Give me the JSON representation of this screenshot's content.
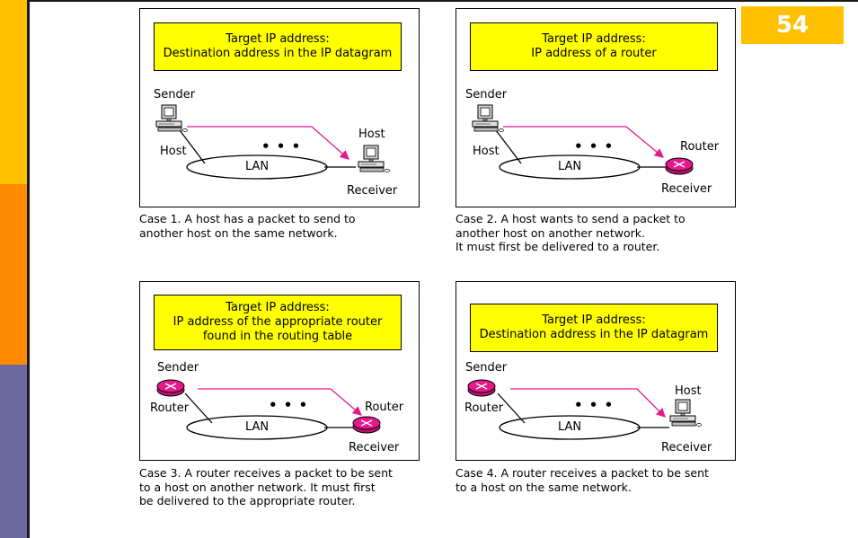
{
  "page_number": "54",
  "colors": {
    "target_box": "#ffff00",
    "arrow": "#e6198c",
    "router": "#e6198c",
    "accent_yellow": "#ffc000",
    "accent_orange": "#ff8c00",
    "accent_purple": "#6b6ba0"
  },
  "case1": {
    "target": [
      "Target IP address:",
      "Destination address in the IP datagram"
    ],
    "sender": "Sender",
    "sender_type": "Host",
    "lan": "LAN",
    "dots": "• • •",
    "dest_type": "Host",
    "receiver": "Receiver",
    "caption": [
      "Case 1. A host has a packet to send to",
      "another host on the same network."
    ]
  },
  "case2": {
    "target": [
      "Target IP address:",
      "IP address of a router"
    ],
    "sender": "Sender",
    "sender_type": "Host",
    "lan": "LAN",
    "dots": "• • •",
    "dest_type": "Router",
    "receiver": "Receiver",
    "caption": [
      "Case 2. A host wants to send a packet to",
      "another host on another network.",
      "It must first be delivered to a router."
    ]
  },
  "case3": {
    "target": [
      "Target IP address:",
      "IP address of the appropriate router",
      "found in the routing table"
    ],
    "sender": "Sender",
    "sender_type": "Router",
    "lan": "LAN",
    "dots": "• • •",
    "dest_type": "Router",
    "receiver": "Receiver",
    "caption": [
      "Case 3. A router receives a packet to be sent",
      "to a host on another network. It must first",
      "be delivered to the appropriate router."
    ]
  },
  "case4": {
    "target": [
      "Target IP address:",
      "Destination address in the IP datagram"
    ],
    "sender": "Sender",
    "sender_type": "Router",
    "lan": "LAN",
    "dots": "• • •",
    "dest_type": "Host",
    "receiver": "Receiver",
    "caption": [
      "Case 4. A router receives a packet to be sent",
      "to a host on the same network."
    ]
  }
}
